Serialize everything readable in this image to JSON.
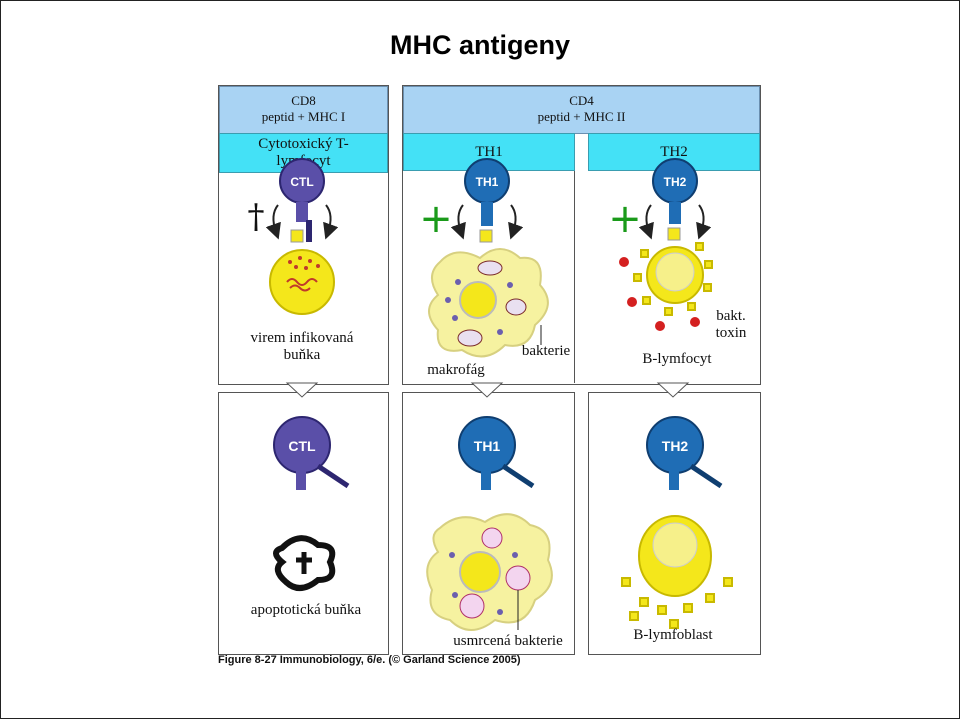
{
  "title": "MHC antigeny",
  "top_left": {
    "cd": "CD8",
    "peptide": "peptid + MHC I",
    "cell_type": "Cytotoxický T-lymfocyt",
    "label": "virem infikovaná buňka"
  },
  "top_right": {
    "cd": "CD4",
    "peptide": "peptid + MHC II",
    "th1": "TH1",
    "th2": "TH2"
  },
  "labels": {
    "makrofag": "makrofág",
    "bakterie": "bakterie",
    "bakt_toxin": "bakt. toxin",
    "b_lymfocyt": "B-lymfocyt",
    "apoptoticka": "apoptotická buňka",
    "usmrcena": "usmrcená bakterie",
    "b_lymfoblast": "B-lymfoblast"
  },
  "cells": {
    "ctl": "CTL",
    "th1": "TH1",
    "th2": "TH2"
  },
  "symbols": {
    "dagger": "†",
    "plus": "+"
  },
  "credit": "Figure 8-27  Immunobiology, 6/e. (© Garland Science 2005)",
  "colors": {
    "header_blue": "#a9d3f3",
    "cyan": "#44e1f6",
    "ctl_purple": "#5a4fa8",
    "th_blue": "#1f6db5",
    "yellow": "#f4e71b",
    "macrophage": "#f6f2a0",
    "plus_green": "#1a9a1a"
  }
}
